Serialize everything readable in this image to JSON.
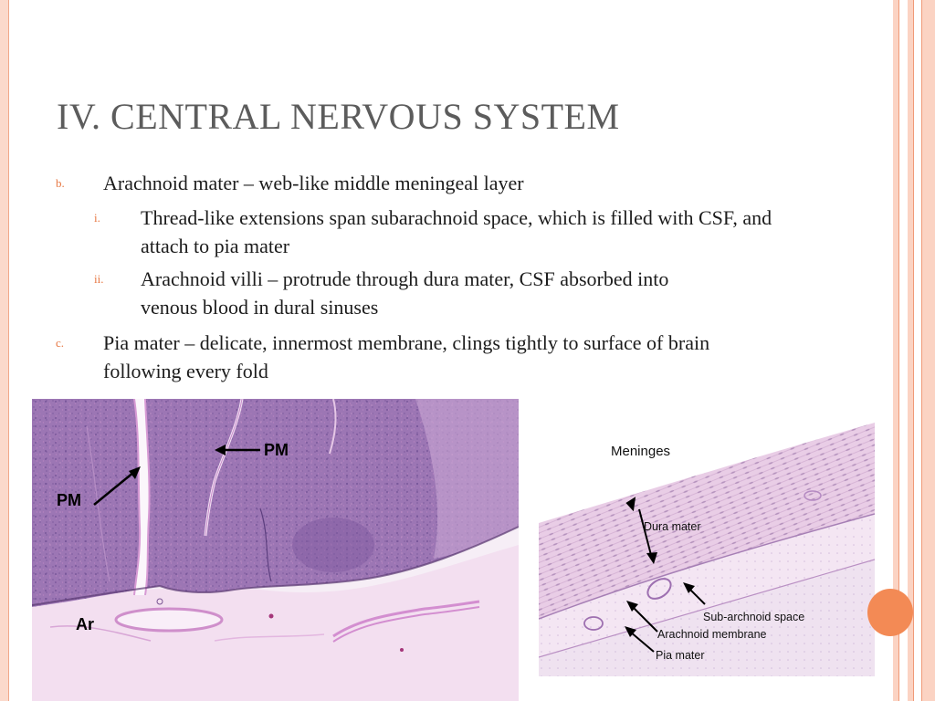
{
  "slide": {
    "title": "IV. CENTRAL NERVOUS SYSTEM",
    "bullets": [
      {
        "marker": "b.",
        "text": "Arachnoid mater – web-like middle meningeal layer"
      },
      {
        "marker": "i.",
        "text": "Thread-like extensions span subarachnoid space, which is filled with CSF, and attach to pia mater"
      },
      {
        "marker": "ii.",
        "text": "Arachnoid villi – protrude through dura mater, CSF absorbed into venous blood in dural sinuses"
      },
      {
        "marker": "c.",
        "text": "Pia mater – delicate, innermost membrane, clings tightly to surface of brain following every fold"
      }
    ]
  },
  "figure_left": {
    "labels": {
      "pm_top": "PM",
      "pm_left": "PM",
      "ar": "Ar"
    }
  },
  "figure_right": {
    "title": "Meninges",
    "labels": {
      "dura": "Dura mater",
      "subarachnoid": "Sub-archnoid space",
      "arachnoid": "Arachnoid membrane",
      "pia": "Pia mater"
    }
  },
  "colors": {
    "accent": "#e77844",
    "title": "#5c5c5c",
    "border_peach": "#fbd9cb",
    "border_line": "#f0a789",
    "stain_purple": "#9a6fb0",
    "stain_pink": "#e3b3d8"
  }
}
